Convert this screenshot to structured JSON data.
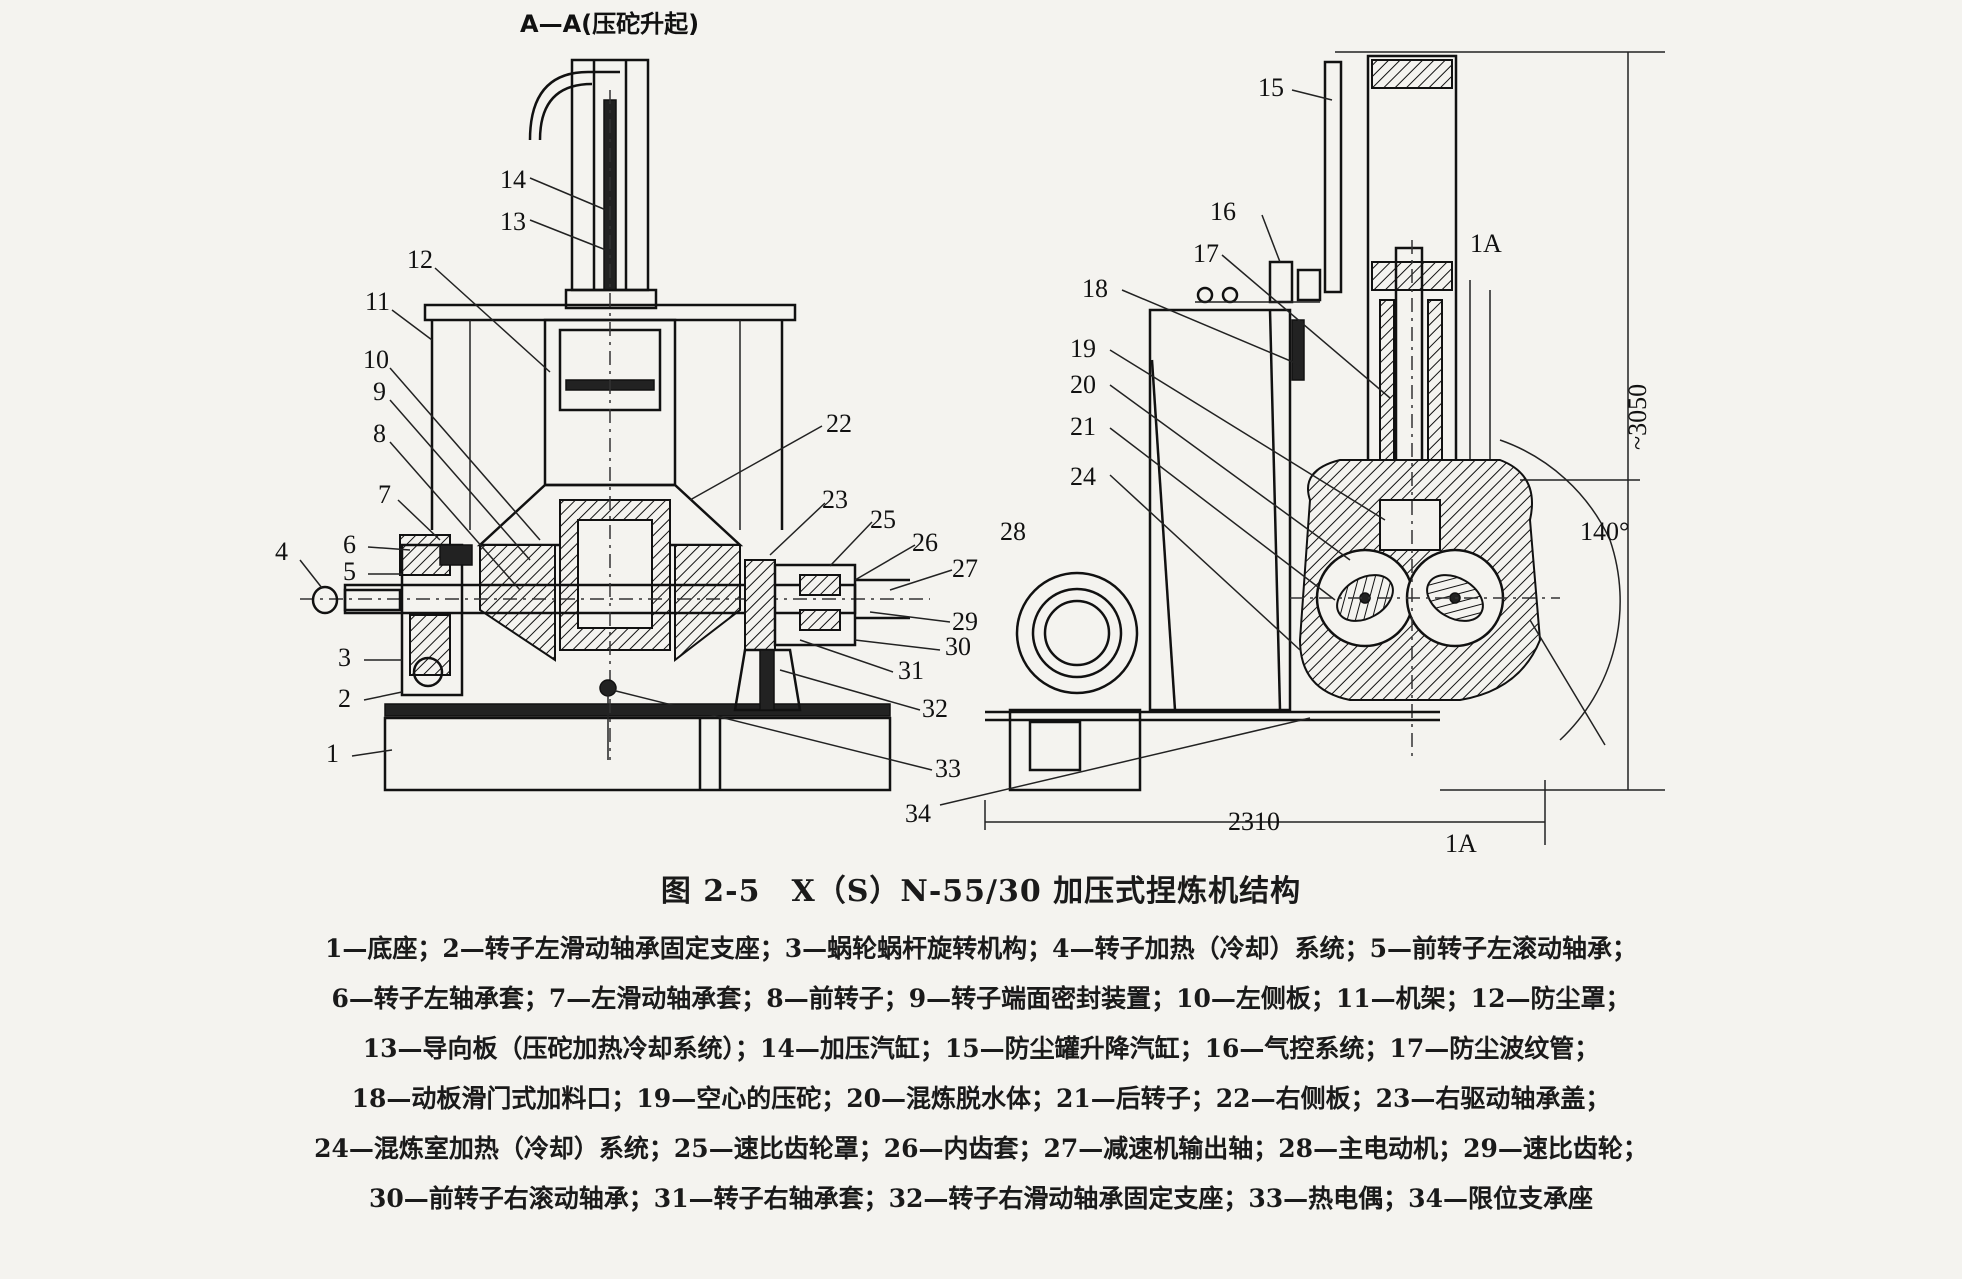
{
  "section_title": "A—A(压砣升起)",
  "dimensions": {
    "height": "~3050",
    "width": "2310",
    "angle": "140°",
    "section_mark_top": "1A",
    "section_mark_bottom": "1A"
  },
  "left_callouts": [
    "14",
    "13",
    "12",
    "11",
    "10",
    "9",
    "8",
    "7",
    "6",
    "5",
    "4",
    "3",
    "2",
    "1",
    "22",
    "23",
    "25",
    "26",
    "27",
    "29",
    "30",
    "31",
    "32",
    "33"
  ],
  "right_callouts": [
    "15",
    "16",
    "17",
    "18",
    "19",
    "20",
    "21",
    "24",
    "28",
    "34"
  ],
  "caption": "图 2-5　X（S）N-55/30 加压式捏炼机结构",
  "legend_lines": [
    "1—底座；2—转子左滑动轴承固定支座；3—蜗轮蜗杆旋转机构；4—转子加热（冷却）系统；5—前转子左滚动轴承；",
    "6—转子左轴承套；7—左滑动轴承套；8—前转子；9—转子端面密封装置；10—左侧板；11—机架；12—防尘罩；",
    "13—导向板（压砣加热冷却系统）；14—加压汽缸；15—防尘罐升降汽缸；16—气控系统；17—防尘波纹管；",
    "18—动板滑门式加料口；19—空心的压砣；20—混炼脱水体；21—后转子；22—右侧板；23—右驱动轴承盖；",
    "24—混炼室加热（冷却）系统；25—速比齿轮罩；26—内齿套；27—减速机输出轴；28—主电动机；29—速比齿轮；",
    "30—前转子右滚动轴承；31—转子右轴承套；32—转子右滑动轴承固定支座；33—热电偶；34—限位支承座"
  ]
}
